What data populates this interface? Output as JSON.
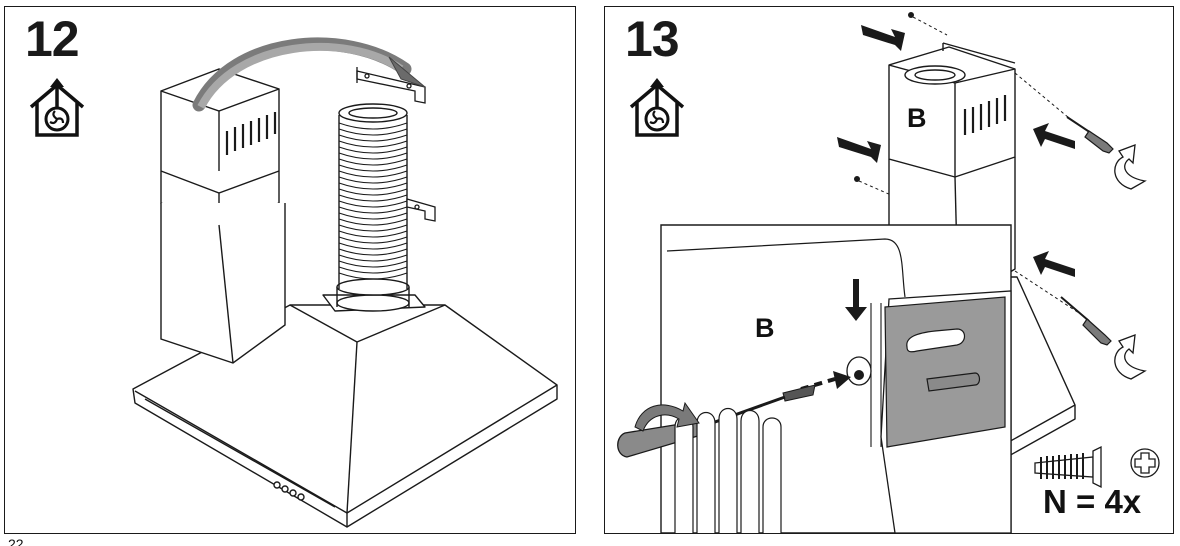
{
  "panel_12": {
    "step_number": "12"
  },
  "panel_13": {
    "step_number": "13",
    "part_label_top": "B",
    "part_label_detail": "B",
    "quantity": "N = 4x"
  },
  "page_number": "22",
  "icons": {
    "install_type": "ducted-extraction-house-icon",
    "screw": "screw-icon",
    "screw_head": "phillips-head-icon",
    "screwdriver": "screwdriver-icon"
  }
}
